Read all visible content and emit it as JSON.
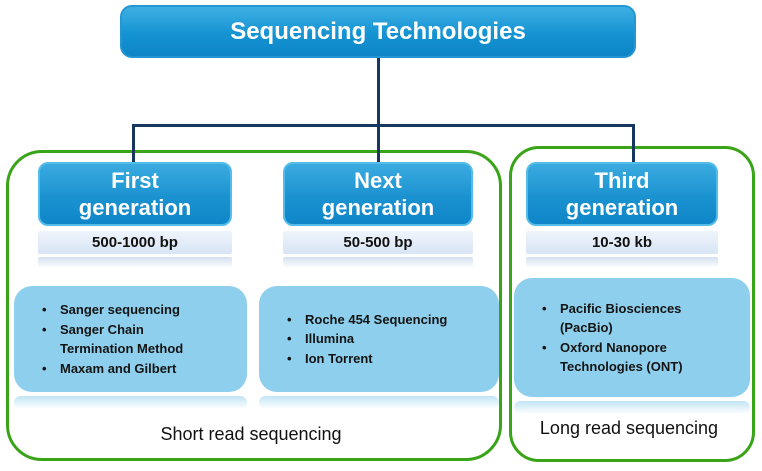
{
  "root": {
    "title": "Sequencing Technologies"
  },
  "columns": [
    {
      "id": "first-generation",
      "header": "First generation",
      "range": "500-1000 bp",
      "items": [
        "Sanger sequencing",
        "Sanger Chain Termination Method",
        "Maxam and Gilbert"
      ]
    },
    {
      "id": "next-generation",
      "header": "Next generation",
      "range": "50-500 bp",
      "items": [
        "Roche 454 Sequencing",
        "Illumina",
        "Ion Torrent"
      ]
    },
    {
      "id": "third-generation",
      "header": "Third generation",
      "range": "10-30 kb",
      "items": [
        "Pacific Biosciences (PacBio)",
        "Oxford Nanopore Technologies (ONT)"
      ]
    }
  ],
  "groups": {
    "short": {
      "label": "Short read sequencing"
    },
    "long": {
      "label": "Long read sequencing"
    }
  },
  "colors": {
    "node_blue_top": "#3aabe0",
    "node_blue_bottom": "#0f86c8",
    "list_box_blue": "#8dcfec",
    "range_strip_blue": "#d8e5f5",
    "outline_green": "#3aa418",
    "connector_navy": "#17375e"
  }
}
